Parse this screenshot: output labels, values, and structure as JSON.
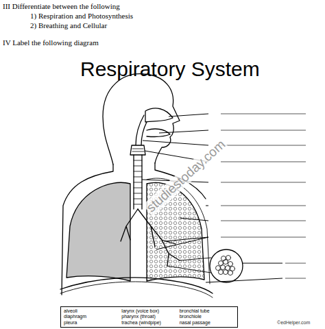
{
  "diagram": {
    "title": "Respiratory System",
    "nodes": [
      {
        "text": [
          "alveoli",
          "larynx (voice box)",
          "bronchial tube",
          "diaphragm",
          "pharynx (throat)",
          "bronchiole",
          "pleura",
          "trachea (windpipe)",
          "nasal passage"
        ]
      }
    ],
    "labels": [
      "III Differentiate between the following",
      "1) Respiration and Photosynthesis",
      "2) Breathing and Cellular",
      "IV Label the following diagram",
      "©edHelper.com",
      "studiestoday.com"
    ]
  }
}
